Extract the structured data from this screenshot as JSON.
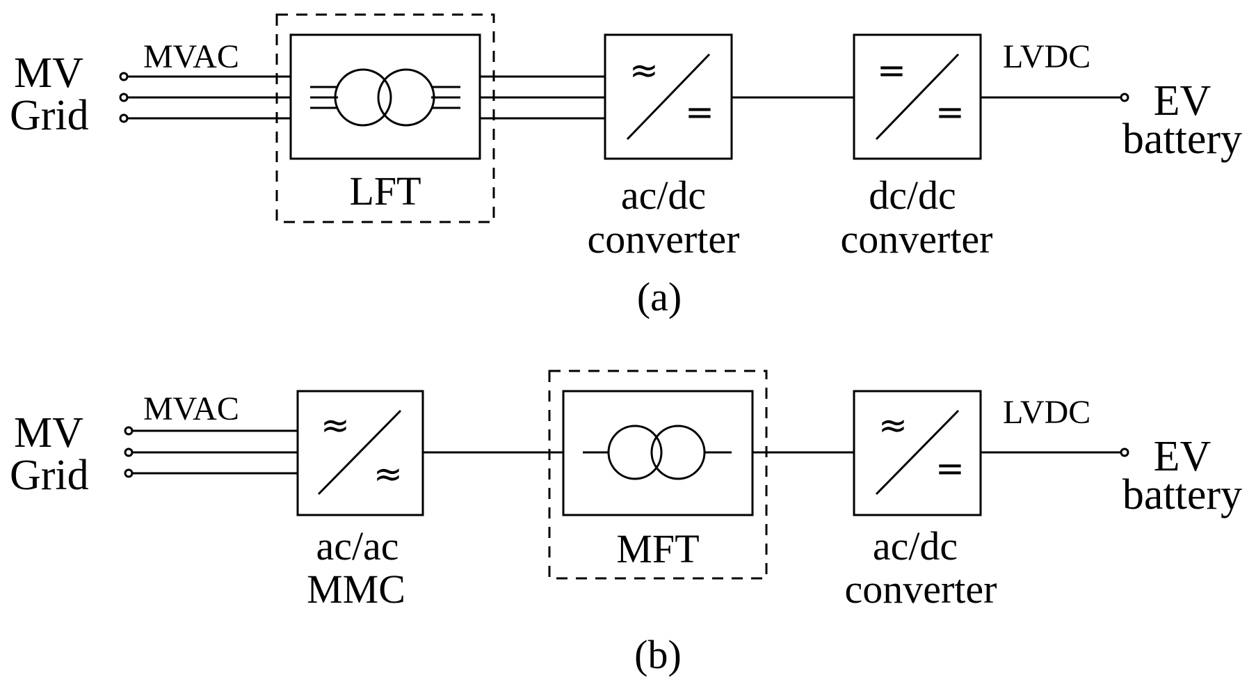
{
  "diagram_a": {
    "source": {
      "line1": "MV",
      "line2": "Grid"
    },
    "input_label": "MVAC",
    "transformer": "LFT",
    "converter1": {
      "line1": "ac/dc",
      "line2": "converter"
    },
    "converter2": {
      "line1": "dc/dc",
      "line2": "converter"
    },
    "output_label": "LVDC",
    "load": {
      "line1": "EV",
      "line2": "battery"
    },
    "caption": "(a)"
  },
  "diagram_b": {
    "source": {
      "line1": "MV",
      "line2": "Grid"
    },
    "input_label": "MVAC",
    "converter1": {
      "line1": "ac/ac",
      "line2": "MMC"
    },
    "transformer": "MFT",
    "converter2": {
      "line1": "ac/dc",
      "line2": "converter"
    },
    "output_label": "LVDC",
    "load": {
      "line1": "EV",
      "line2": "battery"
    },
    "caption": "(b)"
  },
  "symbols": {
    "ac": "≈",
    "dc": "="
  }
}
